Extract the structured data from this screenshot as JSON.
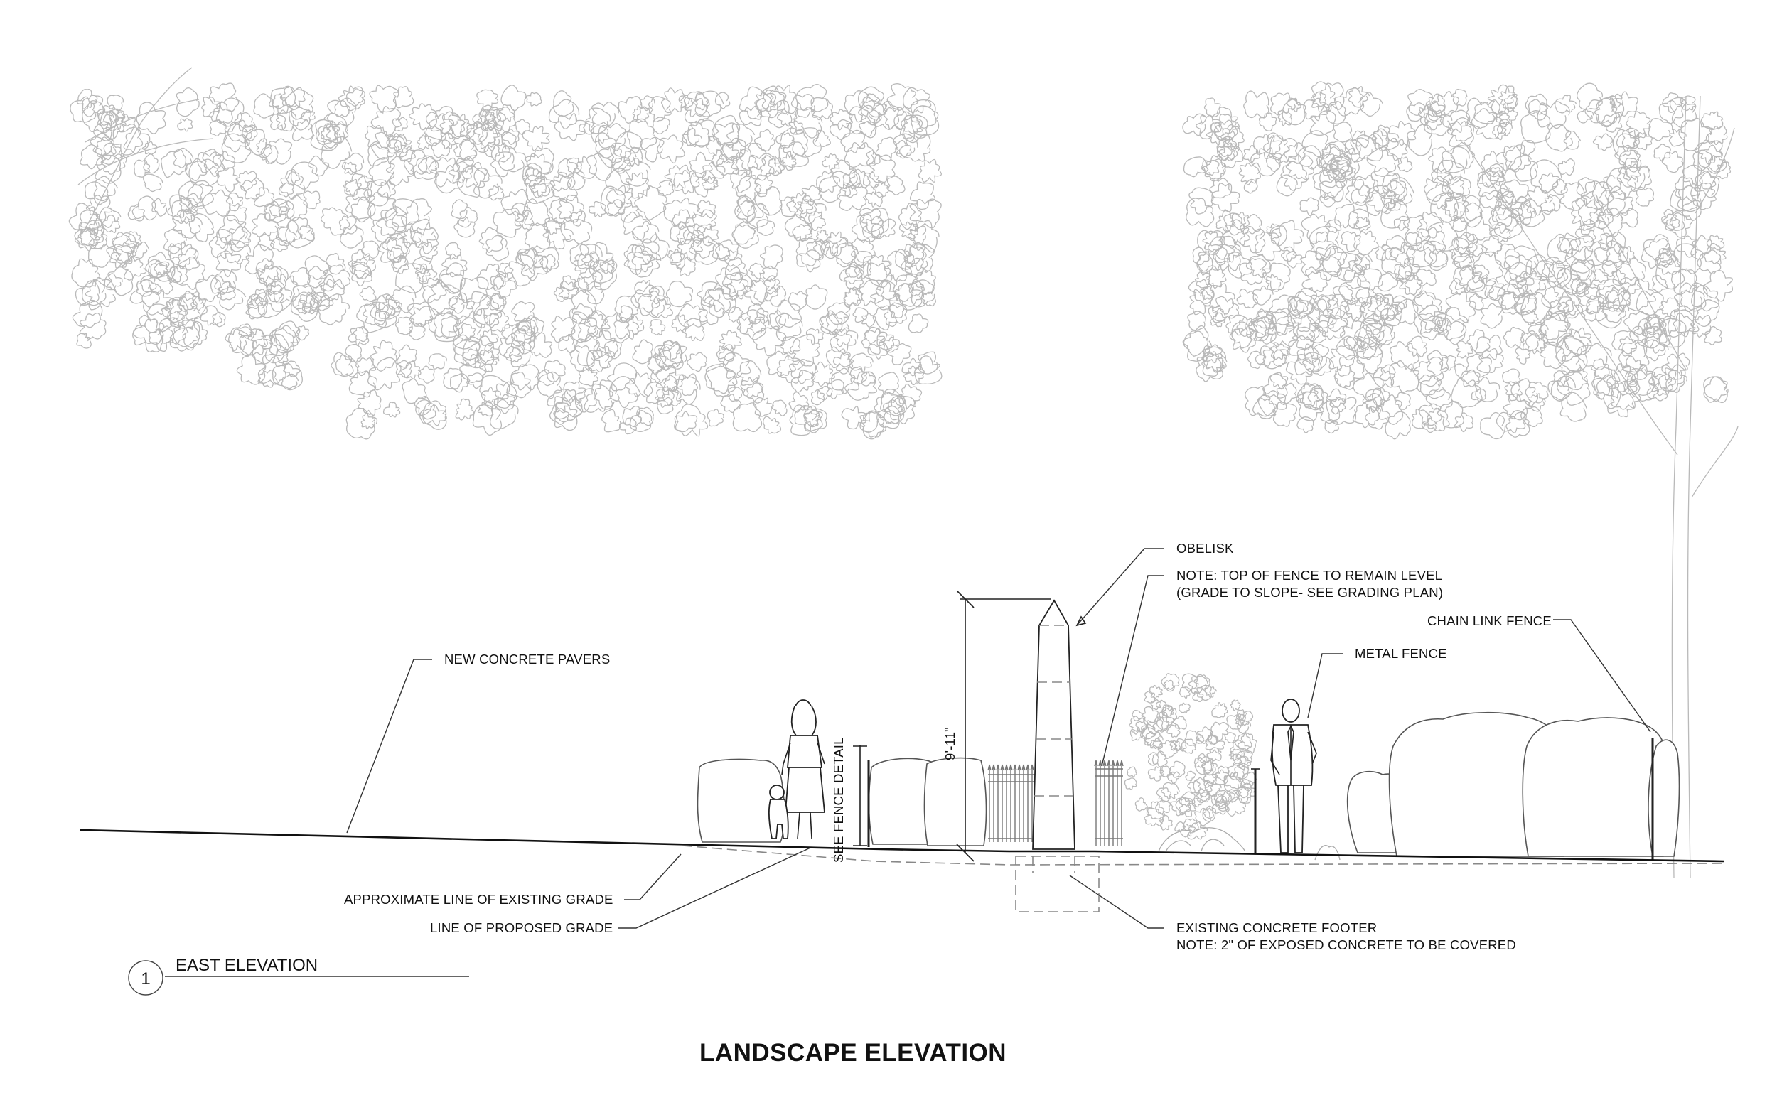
{
  "sheet": {
    "title": "LANDSCAPE ELEVATION"
  },
  "view": {
    "number": "1",
    "name": "EAST ELEVATION"
  },
  "dimension": {
    "obelisk_height": "9'-11\"",
    "fence_note": "SEE FENCE DETAIL"
  },
  "callouts": {
    "obelisk": "OBELISK",
    "fence_level_note_1": "NOTE: TOP OF FENCE TO REMAIN LEVEL",
    "fence_level_note_2": "(GRADE TO SLOPE- SEE GRADING PLAN)",
    "chain_link_fence": "CHAIN LINK FENCE",
    "metal_fence": "METAL FENCE",
    "new_concrete_pavers": "NEW CONCRETE PAVERS",
    "existing_grade": "APPROXIMATE LINE OF EXISTING GRADE",
    "proposed_grade": "LINE OF PROPOSED GRADE",
    "footer_1": "EXISTING CONCRETE FOOTER",
    "footer_2": "NOTE: 2\" OF EXPOSED CONCRETE TO BE COVERED"
  },
  "colors": {
    "linework": "#111111",
    "foliage": "#b9b9b9",
    "grade_dashed": "#888888"
  }
}
